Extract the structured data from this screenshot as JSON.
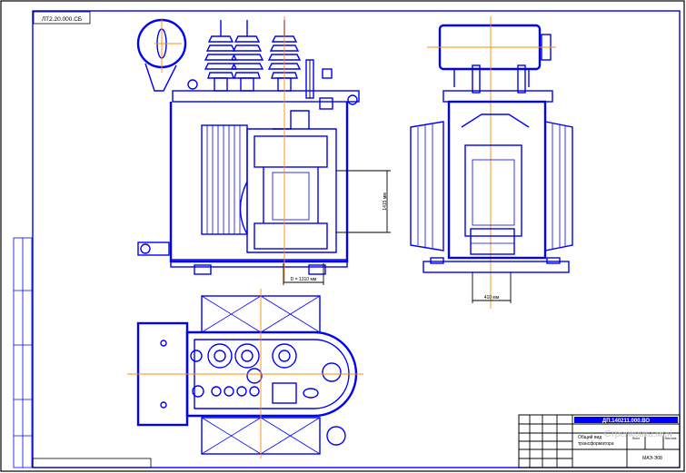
{
  "sheet": {
    "stamp_code": "ЛТ2.20.000.СБ",
    "dimension_h": "1415 мм",
    "dimension_d": "D = 1310 мм",
    "dimension_w": "410 мм"
  },
  "title_block": {
    "title": "ДП.140211.000.ВО",
    "name_line1": "Общий вид",
    "name_line2": "трансформатора",
    "sheet_label": "Лист",
    "sheets_label": "Листов",
    "org": "МАЭ-Э08"
  },
  "watermark": "Стрелковка.мен"
}
